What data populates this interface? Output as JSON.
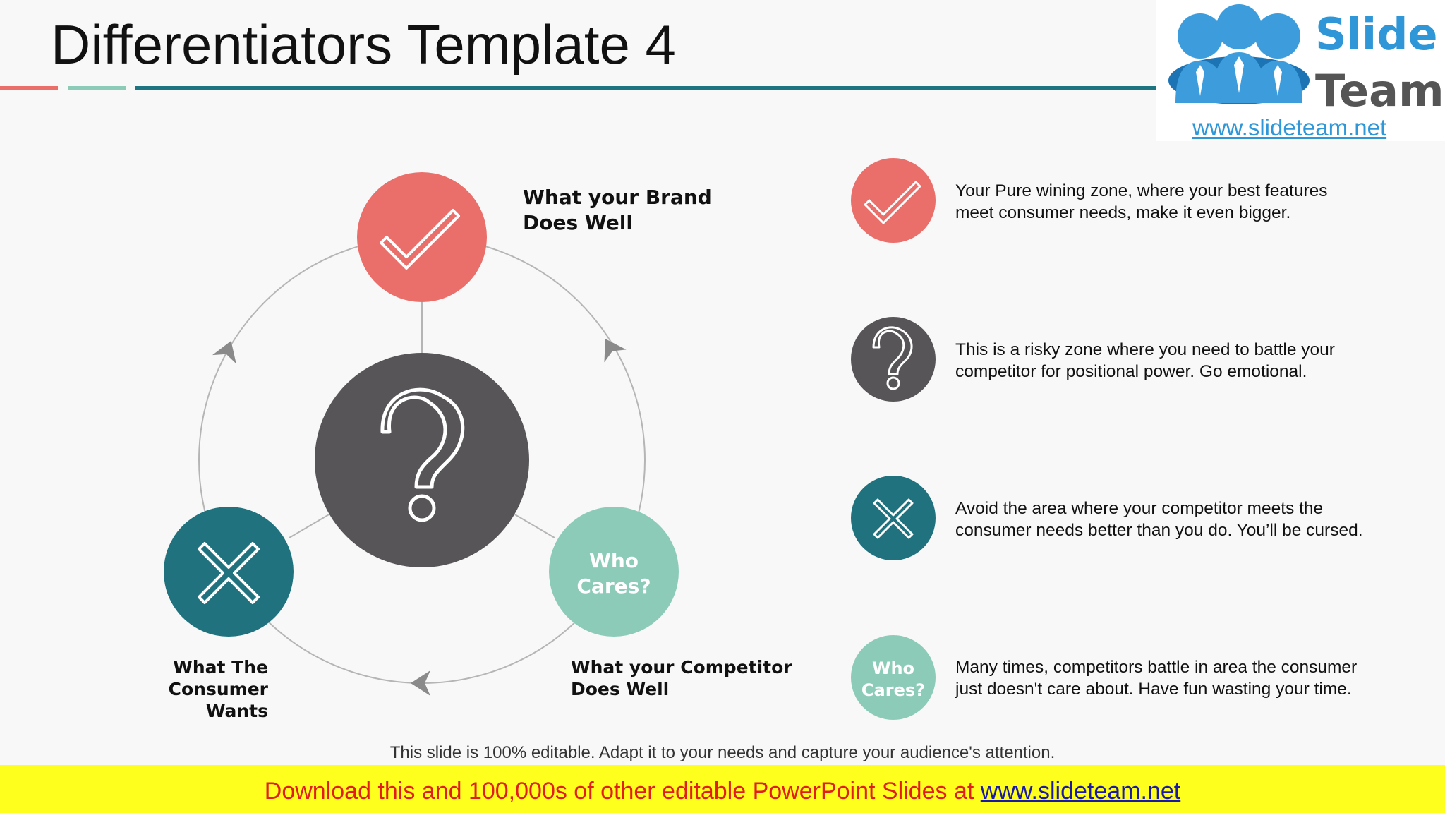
{
  "title": "Differentiators Template 4",
  "colors": {
    "coral": "#ea6e6a",
    "dark_gray": "#575558",
    "teal": "#1f727e",
    "mint": "#8ccbb8",
    "rule_teal": "#1e7480",
    "logo_blue": "#2f97d8",
    "banner_yellow": "#ffff1e",
    "banner_red": "#e21d1d"
  },
  "logo": {
    "word1": "Slide",
    "word2": "Team",
    "url": "www.slideteam.net",
    "icon": "people-group-icon"
  },
  "diagram": {
    "top_label": [
      "What your Brand",
      "Does Well"
    ],
    "left_label": [
      "What The Consumer",
      "Wants"
    ],
    "right_label": [
      "What your Competitor",
      "Does Well"
    ],
    "center_icon": "question-mark-icon",
    "top_icon": "check-mark-icon",
    "left_icon": "x-mark-icon",
    "right_circle_text": [
      "Who",
      "Cares?"
    ]
  },
  "legend": [
    {
      "icon": "check-mark-icon",
      "lines": [
        "Your Pure wining zone, where your best features",
        "meet consumer needs, make it even bigger."
      ]
    },
    {
      "icon": "question-mark-icon",
      "lines": [
        "This is a risky zone where you need to battle your",
        "competitor for positional power. Go emotional."
      ]
    },
    {
      "icon": "x-mark-icon",
      "lines": [
        "Avoid the area where your competitor meets the",
        "consumer needs better than you do. You’ll be cursed."
      ]
    },
    {
      "icon_text": [
        "Who",
        "Cares?"
      ],
      "lines": [
        "Many times, competitors battle in area the consumer",
        "just doesn't care about. Have fun wasting your time."
      ]
    }
  ],
  "footer_note": "This slide is 100% editable. Adapt it to your needs and capture your audience's attention.",
  "banner": {
    "text": "Download this and 100,000s of other editable PowerPoint Slides at ",
    "link": "www.slideteam.net"
  }
}
